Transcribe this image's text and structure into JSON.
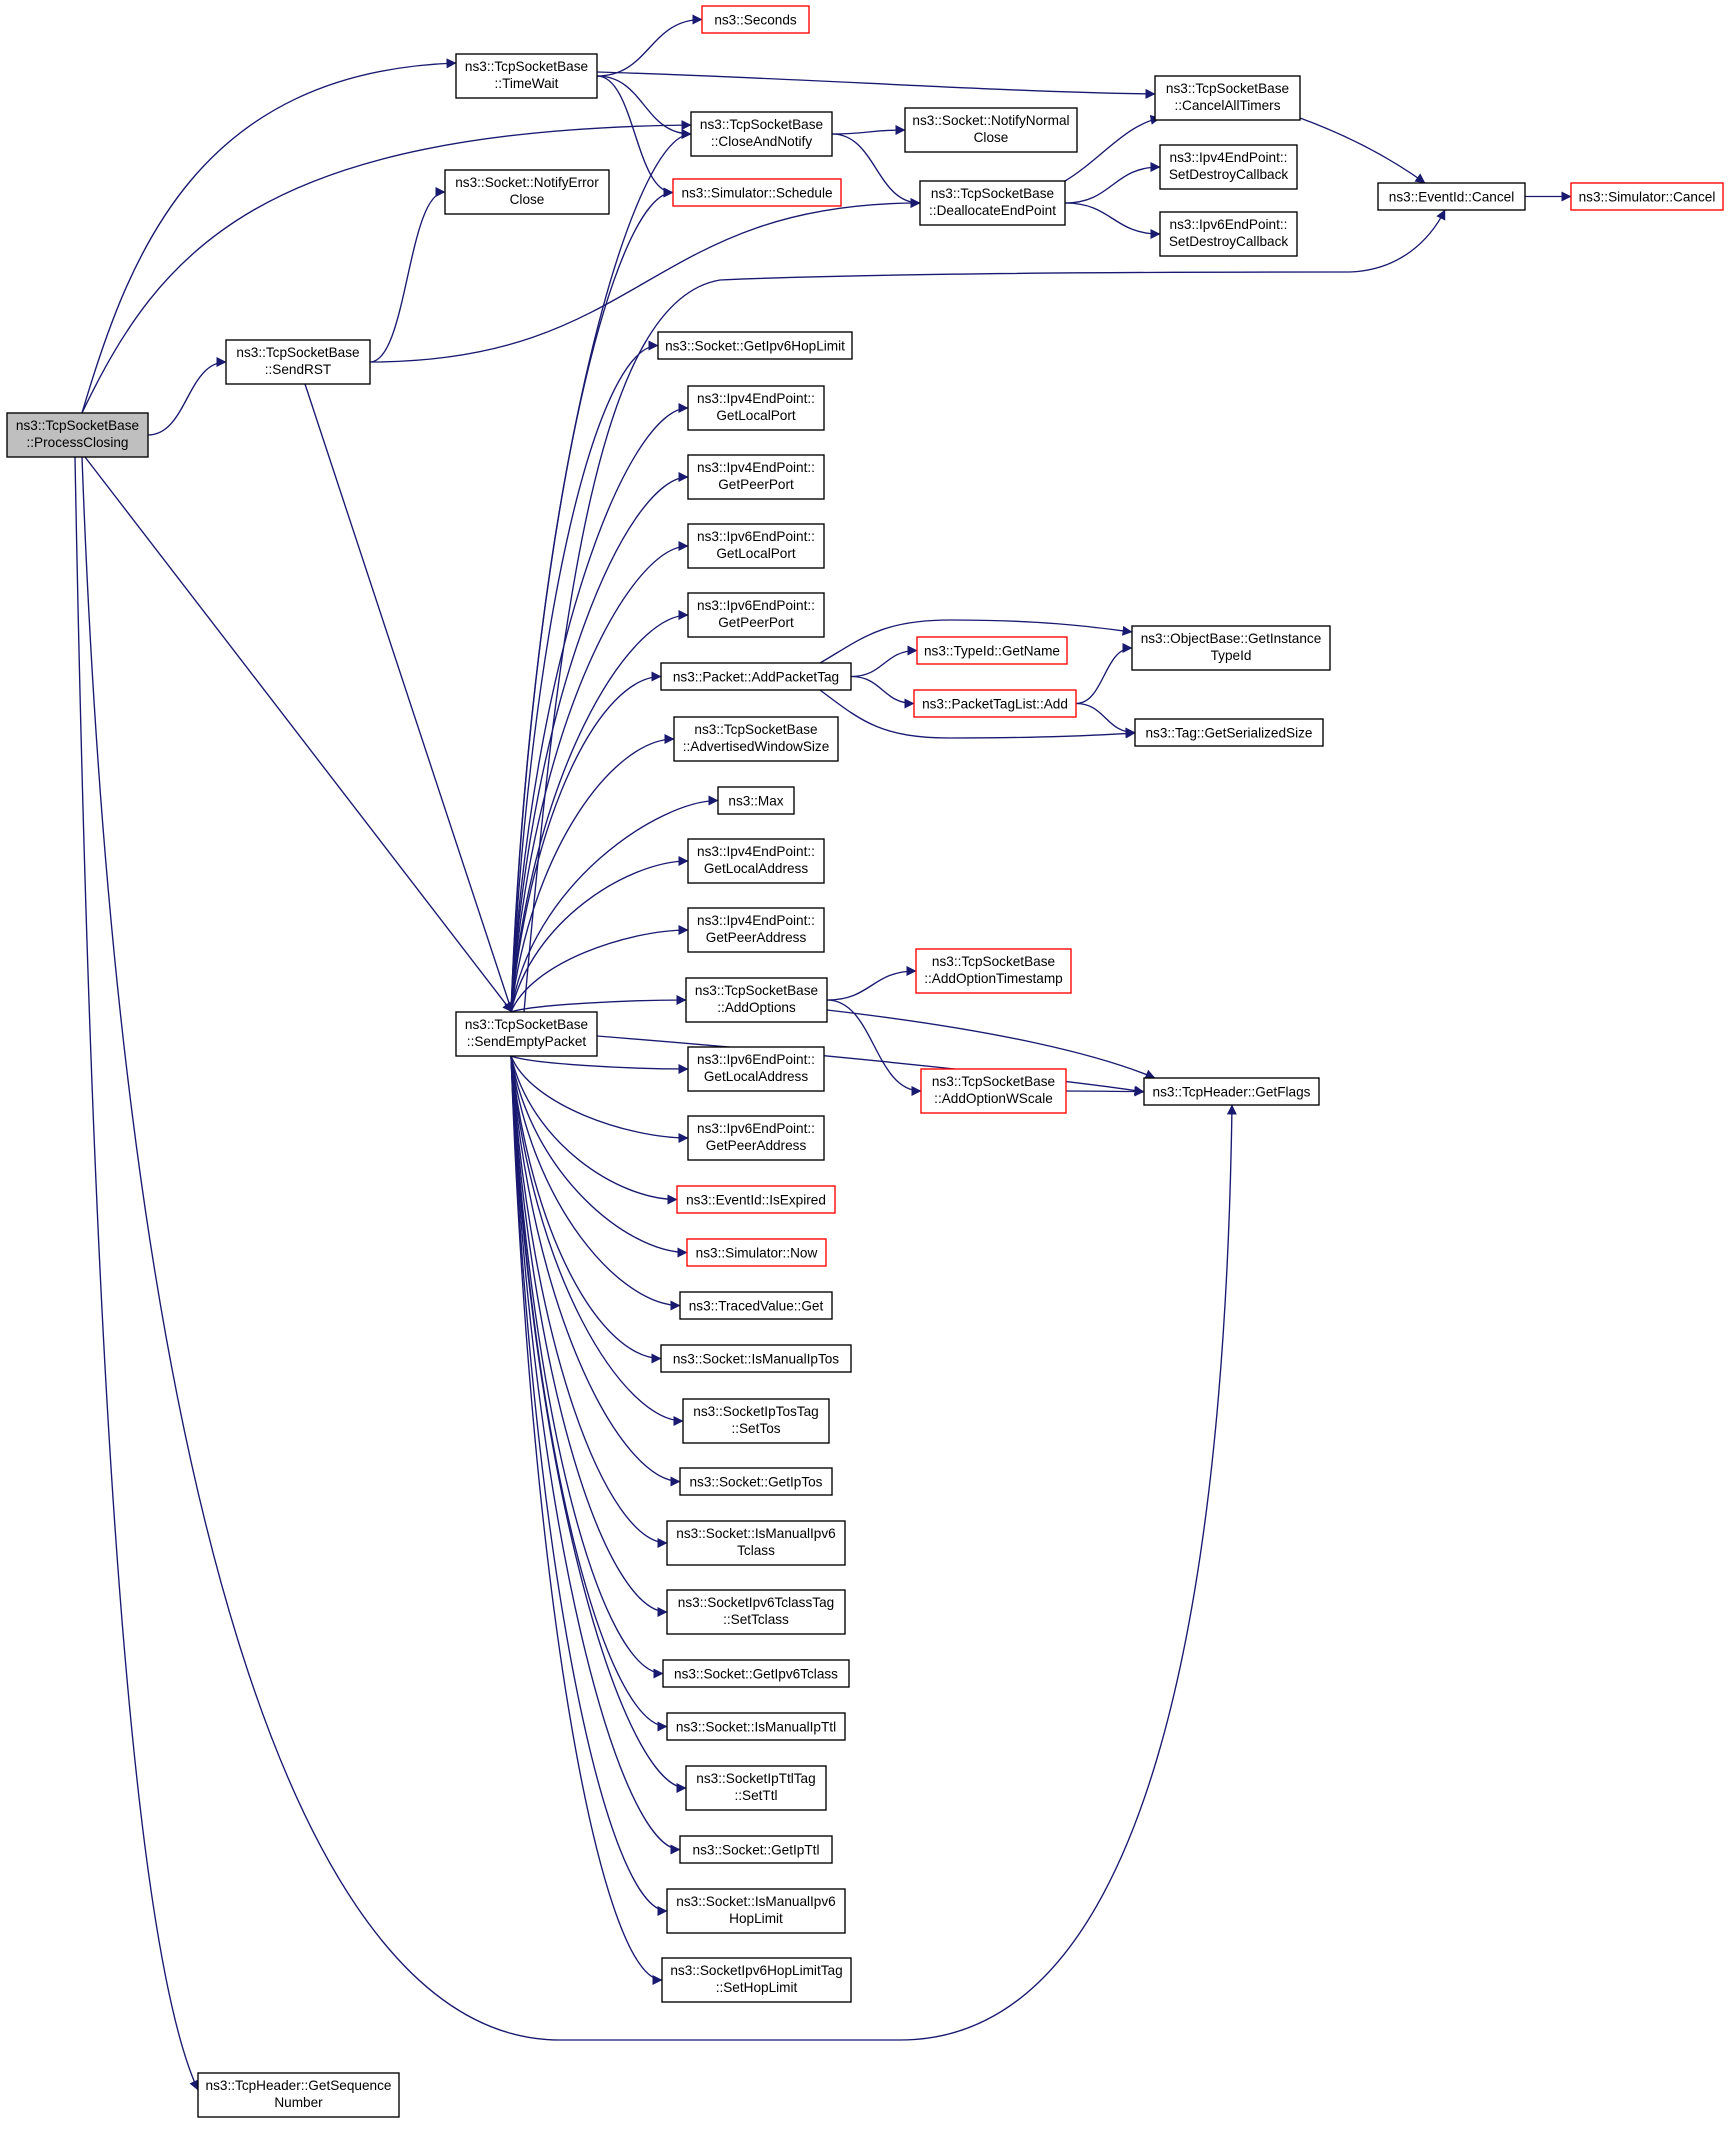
{
  "nodes": {
    "processClosing": {
      "lines": [
        "ns3::TcpSocketBase",
        "::ProcessClosing"
      ],
      "focus": true
    },
    "timeWait": {
      "lines": [
        "ns3::TcpSocketBase",
        "::TimeWait"
      ]
    },
    "seconds": {
      "lines": [
        "ns3::Seconds"
      ],
      "truncated": true
    },
    "closeAndNotify": {
      "lines": [
        "ns3::TcpSocketBase",
        "::CloseAndNotify"
      ]
    },
    "schedule": {
      "lines": [
        "ns3::Simulator::Schedule"
      ],
      "truncated": true
    },
    "notifyErrorClose": {
      "lines": [
        "ns3::Socket::NotifyError",
        "Close"
      ]
    },
    "sendRST": {
      "lines": [
        "ns3::TcpSocketBase",
        "::SendRST"
      ]
    },
    "sendEmptyPacket": {
      "lines": [
        "ns3::TcpSocketBase",
        "::SendEmptyPacket"
      ]
    },
    "getSequenceNumber": {
      "lines": [
        "ns3::TcpHeader::GetSequence",
        "Number"
      ]
    },
    "notifyNormalClose": {
      "lines": [
        "ns3::Socket::NotifyNormal",
        "Close"
      ]
    },
    "deallocateEndPoint": {
      "lines": [
        "ns3::TcpSocketBase",
        "::DeallocateEndPoint"
      ]
    },
    "cancelAllTimers": {
      "lines": [
        "ns3::TcpSocketBase",
        "::CancelAllTimers"
      ]
    },
    "ipv4SetDestroyCallback": {
      "lines": [
        "ns3::Ipv4EndPoint::",
        "SetDestroyCallback"
      ]
    },
    "ipv6SetDestroyCallback": {
      "lines": [
        "ns3::Ipv6EndPoint::",
        "SetDestroyCallback"
      ]
    },
    "eventIdCancel": {
      "lines": [
        "ns3::EventId::Cancel"
      ]
    },
    "simulatorCancel": {
      "lines": [
        "ns3::Simulator::Cancel"
      ],
      "truncated": true
    },
    "getIpv6HopLimit": {
      "lines": [
        "ns3::Socket::GetIpv6HopLimit"
      ]
    },
    "ipv4GetLocalPort": {
      "lines": [
        "ns3::Ipv4EndPoint::",
        "GetLocalPort"
      ]
    },
    "ipv4GetPeerPort": {
      "lines": [
        "ns3::Ipv4EndPoint::",
        "GetPeerPort"
      ]
    },
    "ipv6GetLocalPort": {
      "lines": [
        "ns3::Ipv6EndPoint::",
        "GetLocalPort"
      ]
    },
    "ipv6GetPeerPort": {
      "lines": [
        "ns3::Ipv6EndPoint::",
        "GetPeerPort"
      ]
    },
    "addPacketTag": {
      "lines": [
        "ns3::Packet::AddPacketTag"
      ]
    },
    "advertisedWindowSize": {
      "lines": [
        "ns3::TcpSocketBase",
        "::AdvertisedWindowSize"
      ]
    },
    "max": {
      "lines": [
        "ns3::Max"
      ]
    },
    "ipv4GetLocalAddress": {
      "lines": [
        "ns3::Ipv4EndPoint::",
        "GetLocalAddress"
      ]
    },
    "ipv4GetPeerAddress": {
      "lines": [
        "ns3::Ipv4EndPoint::",
        "GetPeerAddress"
      ]
    },
    "addOptions": {
      "lines": [
        "ns3::TcpSocketBase",
        "::AddOptions"
      ]
    },
    "ipv6GetLocalAddress": {
      "lines": [
        "ns3::Ipv6EndPoint::",
        "GetLocalAddress"
      ]
    },
    "ipv6GetPeerAddress": {
      "lines": [
        "ns3::Ipv6EndPoint::",
        "GetPeerAddress"
      ]
    },
    "isExpired": {
      "lines": [
        "ns3::EventId::IsExpired"
      ],
      "truncated": true
    },
    "now": {
      "lines": [
        "ns3::Simulator::Now"
      ],
      "truncated": true
    },
    "tracedValueGet": {
      "lines": [
        "ns3::TracedValue::Get"
      ]
    },
    "isManualIpTos": {
      "lines": [
        "ns3::Socket::IsManualIpTos"
      ]
    },
    "setTos": {
      "lines": [
        "ns3::SocketIpTosTag",
        "::SetTos"
      ]
    },
    "getIpTos": {
      "lines": [
        "ns3::Socket::GetIpTos"
      ]
    },
    "isManualIpv6Tclass": {
      "lines": [
        "ns3::Socket::IsManualIpv6",
        "Tclass"
      ]
    },
    "setTclass": {
      "lines": [
        "ns3::SocketIpv6TclassTag",
        "::SetTclass"
      ]
    },
    "getIpv6Tclass": {
      "lines": [
        "ns3::Socket::GetIpv6Tclass"
      ]
    },
    "isManualIpTtl": {
      "lines": [
        "ns3::Socket::IsManualIpTtl"
      ]
    },
    "setTtl": {
      "lines": [
        "ns3::SocketIpTtlTag",
        "::SetTtl"
      ]
    },
    "getIpTtl": {
      "lines": [
        "ns3::Socket::GetIpTtl"
      ]
    },
    "isManualIpv6HopLimit": {
      "lines": [
        "ns3::Socket::IsManualIpv6",
        "HopLimit"
      ]
    },
    "setHopLimit": {
      "lines": [
        "ns3::SocketIpv6HopLimitTag",
        "::SetHopLimit"
      ]
    },
    "getInstanceTypeId": {
      "lines": [
        "ns3::ObjectBase::GetInstance",
        "TypeId"
      ]
    },
    "typeIdGetName": {
      "lines": [
        "ns3::TypeId::GetName"
      ],
      "truncated": true
    },
    "packetTagListAdd": {
      "lines": [
        "ns3::PacketTagList::Add"
      ],
      "truncated": true
    },
    "tagGetSerializedSize": {
      "lines": [
        "ns3::Tag::GetSerializedSize"
      ]
    },
    "addOptionTimestamp": {
      "lines": [
        "ns3::TcpSocketBase",
        "::AddOptionTimestamp"
      ],
      "truncated": true
    },
    "addOptionWScale": {
      "lines": [
        "ns3::TcpSocketBase",
        "::AddOptionWScale"
      ],
      "truncated": true
    },
    "getFlags": {
      "lines": [
        "ns3::TcpHeader::GetFlags"
      ]
    }
  },
  "edges": [
    [
      "processClosing",
      "timeWait"
    ],
    [
      "processClosing",
      "closeAndNotify"
    ],
    [
      "processClosing",
      "sendRST"
    ],
    [
      "processClosing",
      "sendEmptyPacket"
    ],
    [
      "processClosing",
      "getFlags"
    ],
    [
      "processClosing",
      "getSequenceNumber"
    ],
    [
      "timeWait",
      "seconds"
    ],
    [
      "timeWait",
      "closeAndNotify"
    ],
    [
      "timeWait",
      "schedule"
    ],
    [
      "timeWait",
      "cancelAllTimers"
    ],
    [
      "closeAndNotify",
      "notifyNormalClose"
    ],
    [
      "closeAndNotify",
      "deallocateEndPoint"
    ],
    [
      "deallocateEndPoint",
      "cancelAllTimers"
    ],
    [
      "deallocateEndPoint",
      "ipv4SetDestroyCallback"
    ],
    [
      "deallocateEndPoint",
      "ipv6SetDestroyCallback"
    ],
    [
      "cancelAllTimers",
      "eventIdCancel"
    ],
    [
      "eventIdCancel",
      "simulatorCancel"
    ],
    [
      "sendRST",
      "notifyErrorClose"
    ],
    [
      "sendRST",
      "deallocateEndPoint"
    ],
    [
      "sendRST",
      "sendEmptyPacket"
    ],
    [
      "sendEmptyPacket",
      "closeAndNotify"
    ],
    [
      "sendEmptyPacket",
      "schedule"
    ],
    [
      "sendEmptyPacket",
      "eventIdCancel"
    ],
    [
      "sendEmptyPacket",
      "getIpv6HopLimit"
    ],
    [
      "sendEmptyPacket",
      "ipv4GetLocalPort"
    ],
    [
      "sendEmptyPacket",
      "ipv4GetPeerPort"
    ],
    [
      "sendEmptyPacket",
      "ipv6GetLocalPort"
    ],
    [
      "sendEmptyPacket",
      "ipv6GetPeerPort"
    ],
    [
      "sendEmptyPacket",
      "addPacketTag"
    ],
    [
      "sendEmptyPacket",
      "advertisedWindowSize"
    ],
    [
      "sendEmptyPacket",
      "max"
    ],
    [
      "sendEmptyPacket",
      "ipv4GetLocalAddress"
    ],
    [
      "sendEmptyPacket",
      "ipv4GetPeerAddress"
    ],
    [
      "sendEmptyPacket",
      "addOptions"
    ],
    [
      "sendEmptyPacket",
      "ipv6GetLocalAddress"
    ],
    [
      "sendEmptyPacket",
      "ipv6GetPeerAddress"
    ],
    [
      "sendEmptyPacket",
      "isExpired"
    ],
    [
      "sendEmptyPacket",
      "now"
    ],
    [
      "sendEmptyPacket",
      "tracedValueGet"
    ],
    [
      "sendEmptyPacket",
      "isManualIpTos"
    ],
    [
      "sendEmptyPacket",
      "setTos"
    ],
    [
      "sendEmptyPacket",
      "getIpTos"
    ],
    [
      "sendEmptyPacket",
      "isManualIpv6Tclass"
    ],
    [
      "sendEmptyPacket",
      "setTclass"
    ],
    [
      "sendEmptyPacket",
      "getIpv6Tclass"
    ],
    [
      "sendEmptyPacket",
      "isManualIpTtl"
    ],
    [
      "sendEmptyPacket",
      "setTtl"
    ],
    [
      "sendEmptyPacket",
      "getIpTtl"
    ],
    [
      "sendEmptyPacket",
      "isManualIpv6HopLimit"
    ],
    [
      "sendEmptyPacket",
      "setHopLimit"
    ],
    [
      "sendEmptyPacket",
      "getFlags"
    ],
    [
      "addPacketTag",
      "getInstanceTypeId"
    ],
    [
      "addPacketTag",
      "typeIdGetName"
    ],
    [
      "addPacketTag",
      "packetTagListAdd"
    ],
    [
      "addPacketTag",
      "tagGetSerializedSize"
    ],
    [
      "packetTagListAdd",
      "getInstanceTypeId"
    ],
    [
      "packetTagListAdd",
      "tagGetSerializedSize"
    ],
    [
      "addOptions",
      "addOptionTimestamp"
    ],
    [
      "addOptions",
      "addOptionWScale"
    ],
    [
      "addOptions",
      "getFlags"
    ],
    [
      "addOptionWScale",
      "getFlags"
    ]
  ]
}
